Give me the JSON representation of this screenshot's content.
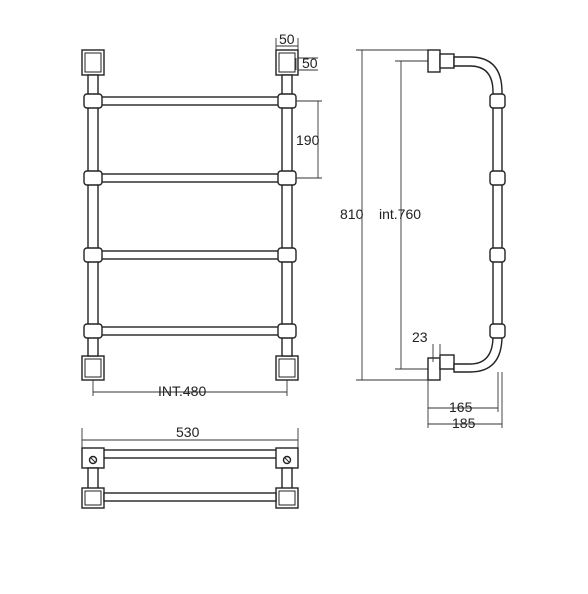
{
  "dimensions": {
    "bracket_width": "50",
    "bracket_offset": "50",
    "rail_spacing": "190",
    "interaxis_width": "INT.480",
    "overall_width": "530",
    "overall_height": "810",
    "interaxis_height": "int.760",
    "pipe_offset": "23",
    "depth_inner": "165",
    "depth_outer": "185"
  },
  "colors": {
    "line": "#222222",
    "background": "#ffffff"
  }
}
